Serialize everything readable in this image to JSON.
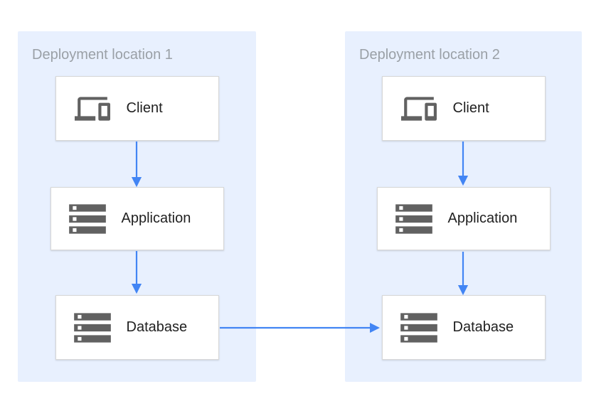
{
  "diagram": {
    "panels": [
      {
        "title": "Deployment location 1",
        "nodes": [
          {
            "label": "Client",
            "icon": "devices-icon"
          },
          {
            "label": "Application",
            "icon": "storage-servers-icon"
          },
          {
            "label": "Database",
            "icon": "storage-servers-icon"
          }
        ]
      },
      {
        "title": "Deployment location 2",
        "nodes": [
          {
            "label": "Client",
            "icon": "devices-icon"
          },
          {
            "label": "Application",
            "icon": "storage-servers-icon"
          },
          {
            "label": "Database",
            "icon": "storage-servers-icon"
          }
        ]
      }
    ],
    "edges": [
      {
        "from": "Client (location 1)",
        "to": "Application (location 1)",
        "direction": "down"
      },
      {
        "from": "Application (location 1)",
        "to": "Database (location 1)",
        "direction": "down"
      },
      {
        "from": "Client (location 2)",
        "to": "Application (location 2)",
        "direction": "down"
      },
      {
        "from": "Application (location 2)",
        "to": "Database (location 2)",
        "direction": "down"
      },
      {
        "from": "Database (location 1)",
        "to": "Database (location 2)",
        "direction": "right"
      }
    ]
  },
  "colors": {
    "panel-bg": "#E8F0FE",
    "arrow-blue": "#4285F4",
    "icon-gray": "#616161",
    "title-gray": "#9AA0A6",
    "label-dark": "#212121",
    "box-border": "#D7D7D7",
    "canvas-bg": "#FFFFFF"
  }
}
